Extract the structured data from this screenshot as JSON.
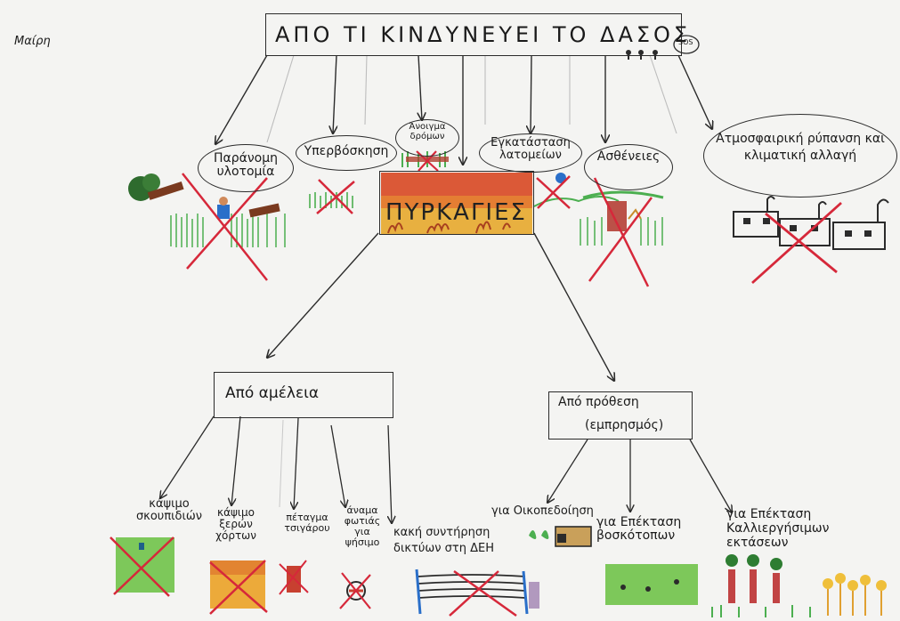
{
  "author": "Μαίρη",
  "title": "ΑΠΟ ΤΙ ΚΙΝΔΥΝΕΥΕΙ ΤΟ ΔΑΣΟΣ",
  "sos": "SOS",
  "causes": [
    {
      "label": "Παράνομη υλοτομία"
    },
    {
      "label": "Υπερβόσκηση"
    },
    {
      "label": "Άνοιγμα δρόμων"
    },
    {
      "label": "Εγκατάσταση λατομείων"
    },
    {
      "label": "Ασθένειες"
    },
    {
      "label": "Ατμοσφαιρική ρύπανση και κλιματική αλλαγή"
    }
  ],
  "fires": "ΠΥΡΚΑΓΙΕΣ",
  "negligence": {
    "label": "Από αμέλεια",
    "items": [
      {
        "label": "κάψιμο σκουπιδιών"
      },
      {
        "label": "κάψιμο ξερών χόρτων"
      },
      {
        "label": "πέταγμα τσιγάρου"
      },
      {
        "label": "άναμα φωτιάς για ψήσιμο"
      },
      {
        "label": "κακή συντήρηση δικτύων στη ΔΕΗ"
      }
    ]
  },
  "intent": {
    "label": "Από πρόθεση",
    "sublabel": "(εμπρησμός)",
    "items": [
      {
        "label": "για Οικοπεδοίηση"
      },
      {
        "label": "για Επέκταση βοσκότοπων"
      },
      {
        "label": "για Επέκταση Καλλιεργήσιμων εκτάσεων"
      }
    ]
  },
  "colors": {
    "ink": "#2b2b2b",
    "cross": "#d6283a",
    "fireRed": "#d84030",
    "fireOrange": "#e8a030",
    "grass": "#4caf50",
    "tree": "#2e7d32"
  }
}
